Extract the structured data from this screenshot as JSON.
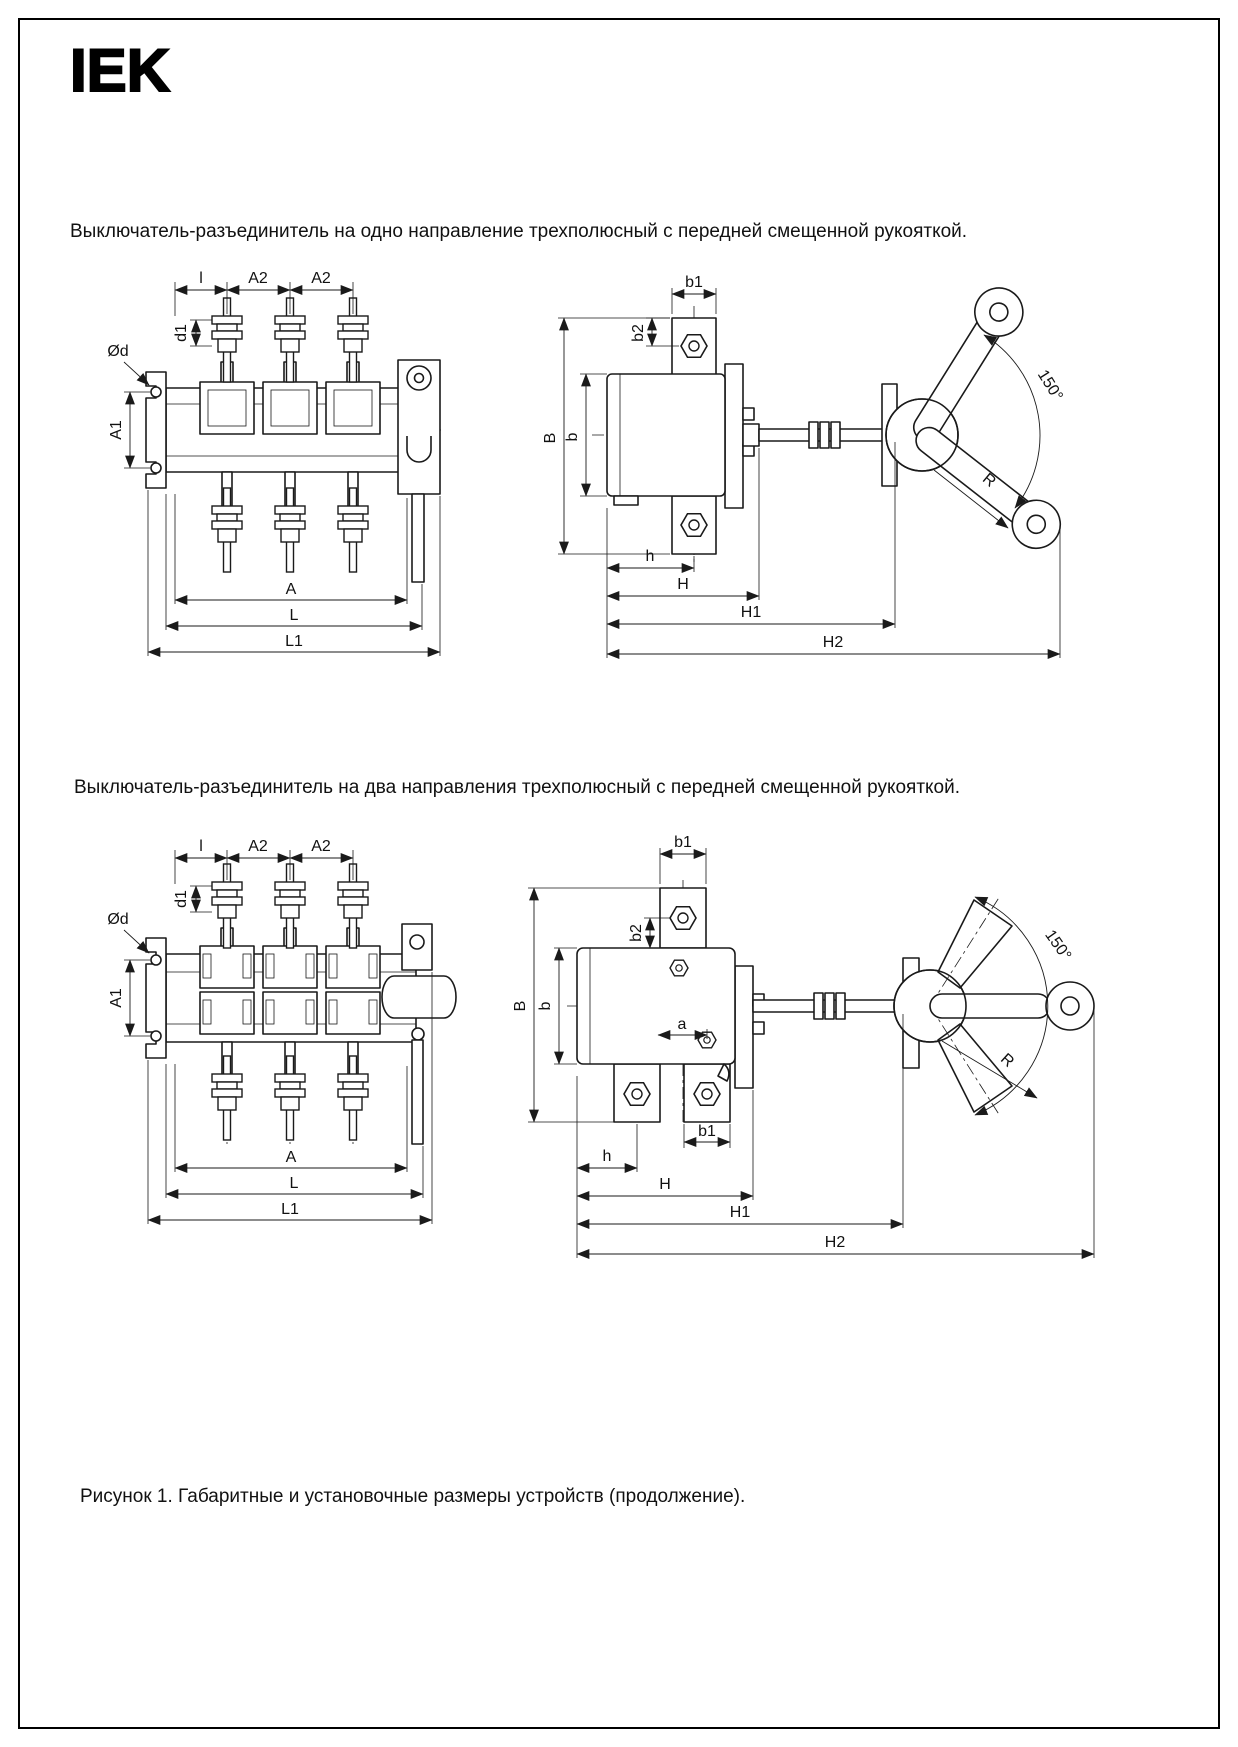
{
  "logo": {
    "text": "IEK"
  },
  "sections": {
    "one": {
      "title": "Выключатель-разъединитель на одно направление трехполюсный с передней смещенной рукояткой."
    },
    "two": {
      "title": "Выключатель-разъединитель на два направления трехполюсный с передней смещенной рукояткой."
    }
  },
  "figure_caption": "Рисунок 1. Габаритные и установочные размеры устройств (продолжение).",
  "dims": {
    "l": "l",
    "A2": "A2",
    "d1": "d1",
    "Od": "Ød",
    "A1": "A1",
    "A": "A",
    "L": "L",
    "L1": "L1",
    "b1": "b1",
    "b2": "b2",
    "B": "B",
    "b": "b",
    "a": "a",
    "h": "h",
    "H": "H",
    "H1": "H1",
    "H2": "H2",
    "R": "R",
    "angle": "150°"
  }
}
